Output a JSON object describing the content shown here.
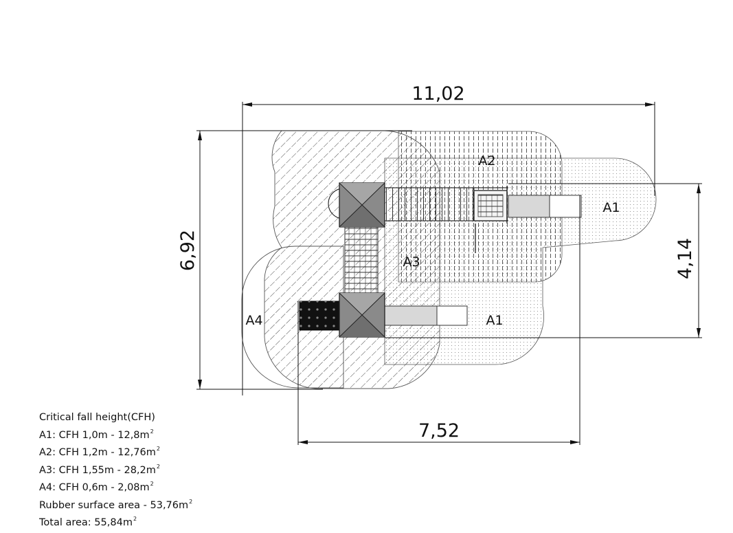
{
  "dimensions": {
    "total_width": "11,02",
    "total_depth": "6,92",
    "structure_depth": "4,14",
    "structure_width": "7,52"
  },
  "zones": {
    "a1": "A1",
    "a2": "A2",
    "a3": "A3",
    "a4": "A4"
  },
  "legend": {
    "title": "Critical fall height(CFH)",
    "items": [
      {
        "text": "A1: CFH 1,0m - 12,8m",
        "sup": "2"
      },
      {
        "text": "A2: CFH 1,2m - 12,76m",
        "sup": "2"
      },
      {
        "text": "A3: CFH 1,55m - 28,2m",
        "sup": "2"
      },
      {
        "text": "A4: CFH 0,6m - 2,08m",
        "sup": "2"
      },
      {
        "text": "Rubber surface area - 53,76m",
        "sup": "2"
      },
      {
        "text": "Total area: 55,84m",
        "sup": "2"
      }
    ]
  }
}
